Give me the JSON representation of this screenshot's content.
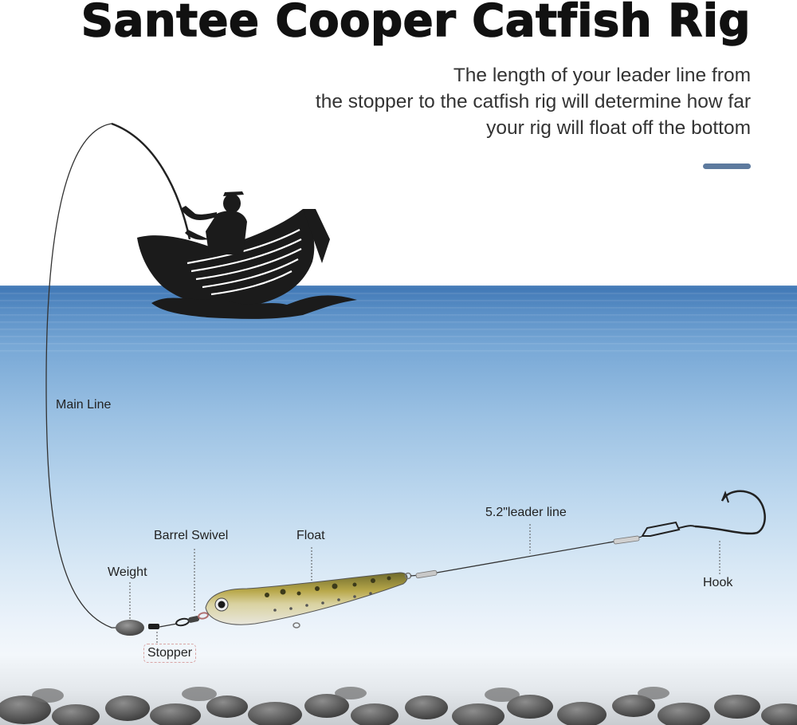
{
  "title": "Santee Cooper Catfish Rig",
  "description": {
    "lines": [
      "The length of your leader line from",
      "the stopper to the catfish rig will determine how far",
      "your rig will float off the bottom"
    ]
  },
  "labels": {
    "main_line": "Main Line",
    "barrel_swivel": "Barrel Swivel",
    "float": "Float",
    "leader_line": "5.2\"leader line",
    "weight": "Weight",
    "hook": "Hook",
    "stopper": "Stopper"
  },
  "colors": {
    "title": "#111111",
    "accent_bar": "#5d7a9e",
    "water_top": "#3f77b5",
    "silhouette": "#1b1b1b",
    "lure_body": "#b8a84a"
  },
  "icons": {
    "fisherman": "fisherman-in-boat-icon",
    "lure": "fishing-lure-icon",
    "hook": "fishing-hook-icon",
    "weight": "sinker-weight-icon",
    "swivel": "barrel-swivel-icon"
  }
}
